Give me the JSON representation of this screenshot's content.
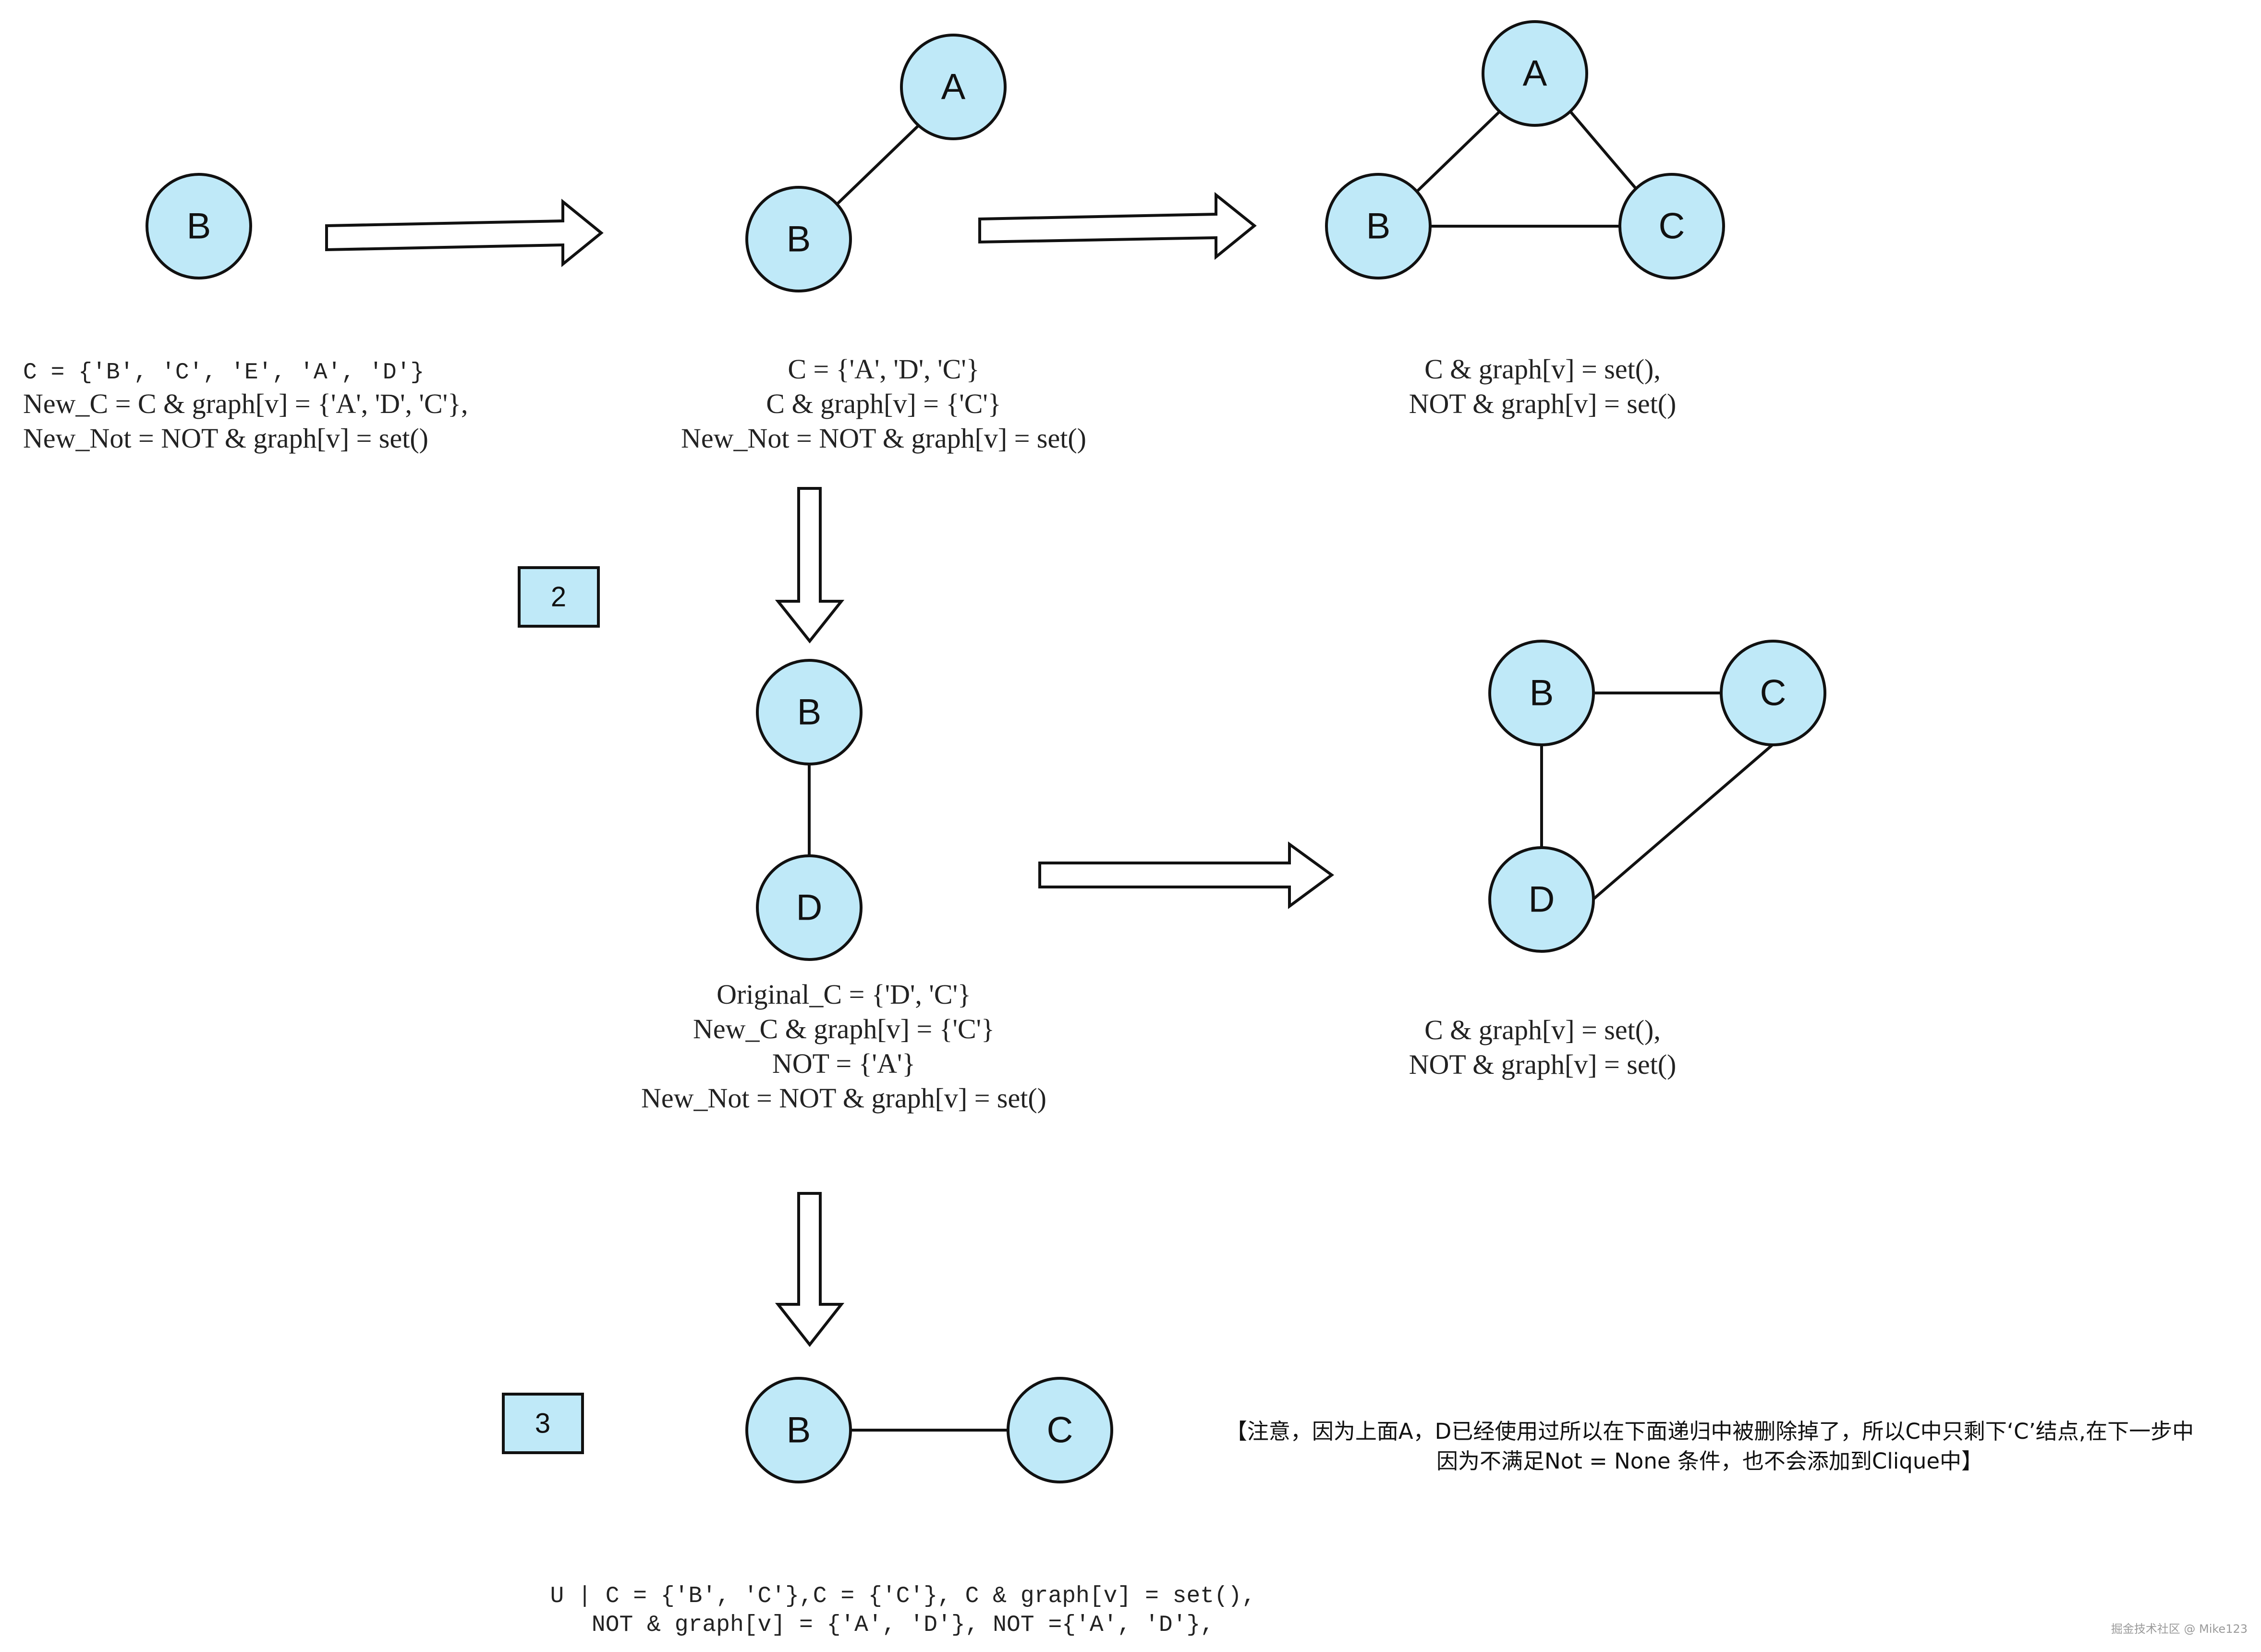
{
  "nodes": {
    "s1_b": "B",
    "s2_a": "A",
    "s2_b": "B",
    "s3_a": "A",
    "s3_b": "B",
    "s3_c": "C",
    "s4_b": "B",
    "s4_d": "D",
    "s5_b": "B",
    "s5_c": "C",
    "s5_d": "D",
    "s6_b": "B",
    "s6_c": "C"
  },
  "badges": {
    "two": "2",
    "three": "3"
  },
  "captions": {
    "step1": [
      "C = {'B', 'C', 'E', 'A', 'D'}",
      "New_C = C & graph[v] = {'A', 'D', 'C'},",
      "New_Not = NOT & graph[v] = set()"
    ],
    "step2": [
      "C = {'A', 'D', 'C'}",
      "C & graph[v] = {'C'}",
      "New_Not = NOT & graph[v] = set()"
    ],
    "step3": [
      "C & graph[v] = set(),",
      "NOT & graph[v] = set()"
    ],
    "step4": [
      "Original_C = {'D', 'C'}",
      "New_C & graph[v] = {'C'}",
      "NOT = {'A'}",
      "New_Not = NOT & graph[v] = set()"
    ],
    "step5": [
      "C & graph[v] = set(),",
      "NOT & graph[v] = set()"
    ],
    "step6": [
      "U | C = {'B', 'C'},C = {'C'}, C & graph[v] = set(),",
      "NOT & graph[v] = {'A', 'D'}, NOT ={'A', 'D'},"
    ]
  },
  "note": [
    "【注意，因为上面A，D已经使用过所以在下面递归中被删除掉了，所以C中只剩下‘C’结点,在下一步中",
    "因为不满足Not = None 条件，也不会添加到Clique中】"
  ],
  "watermark": "掘金技术社区 @ Mike123",
  "colors": {
    "node_fill": "#bfe9f8",
    "stroke": "#111111"
  }
}
